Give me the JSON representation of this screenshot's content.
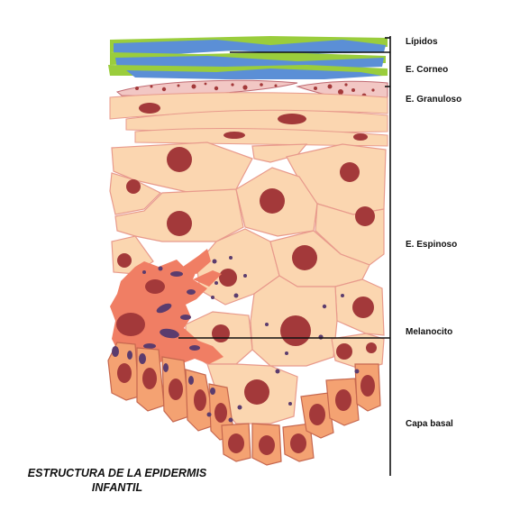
{
  "diagram": {
    "title_line1": "ESTRUCTURA DE LA EPIDERMIS",
    "title_line2": "INFANTIL",
    "labels": {
      "lipidos": "Lípidos",
      "corneo": "E. Corneo",
      "granuloso": "E. Granuloso",
      "espinoso": "E. Espinoso",
      "melanocito": "Melanocito",
      "basal": "Capa basal"
    },
    "colors": {
      "cell_fill": "#fbd6b0",
      "cell_stroke": "#e89a8c",
      "nucleus": "#a3393a",
      "granular_cell": "#f2c7c4",
      "melanocyte": "#f07e64",
      "melanin": "#5b3c6e",
      "basal_cell": "#f4a272",
      "lipid_green": "#9acd3c",
      "lipid_blue": "#5b8fd6"
    }
  }
}
